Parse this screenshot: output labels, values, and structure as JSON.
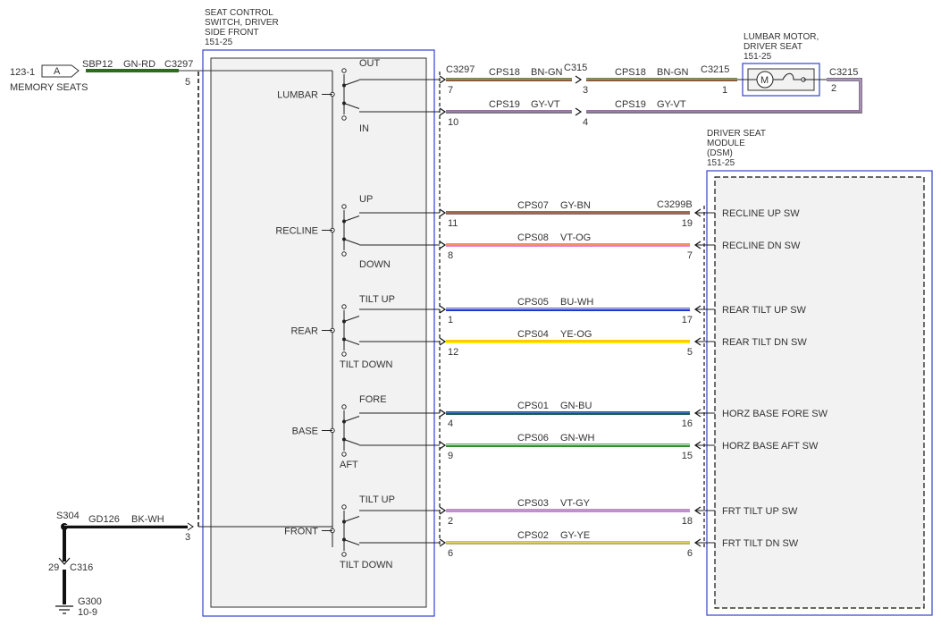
{
  "switch_header": {
    "line1": "SEAT CONTROL",
    "line2": "SWITCH, DRIVER",
    "line3": "SIDE FRONT",
    "ref": "151-25"
  },
  "memory_feed": {
    "ref": "123-1",
    "flag": "A",
    "label": "MEMORY SEATS",
    "circuit": "SBP12",
    "color": "GN-RD",
    "connector": "C3297",
    "pin": "5"
  },
  "switch_groups": [
    {
      "name": "LUMBAR",
      "top": "OUT",
      "bottom": "IN"
    },
    {
      "name": "RECLINE",
      "top": "UP",
      "bottom": "DOWN"
    },
    {
      "name": "REAR",
      "top": "TILT UP",
      "bottom": "TILT DOWN"
    },
    {
      "name": "BASE",
      "top": "FORE",
      "bottom": "AFT"
    },
    {
      "name": "FRONT",
      "top": "TILT UP",
      "bottom": "TILT DOWN"
    }
  ],
  "lumbar_circuit": {
    "connector_left": "C3297",
    "inline_connector": "C315",
    "motor_connector": "C3215",
    "motor_connector_right": "C3215",
    "motor_title1": "LUMBAR MOTOR,",
    "motor_title2": "DRIVER SEAT",
    "motor_ref": "151-25",
    "motor_symbol": "M",
    "return_pin": "2",
    "wires": [
      {
        "left_pin": "7",
        "circuit": "CPS18",
        "color": "BN-GN",
        "c315_pin": "3",
        "circuit2": "CPS18",
        "color2": "BN-GN",
        "motor_pin": "1"
      },
      {
        "left_pin": "10",
        "circuit": "CPS19",
        "color": "GY-VT",
        "c315_pin": "4",
        "circuit2": "CPS19",
        "color2": "GY-VT"
      }
    ]
  },
  "dsm": {
    "title1": "DRIVER SEAT",
    "title2": "MODULE",
    "title3": "(DSM)",
    "ref": "151-25",
    "connector": "C3299B"
  },
  "dsm_wires": [
    {
      "left_pin": "11",
      "circuit": "CPS07",
      "color": "GY-BN",
      "right_pin": "19",
      "signal": "RECLINE UP SW"
    },
    {
      "left_pin": "8",
      "circuit": "CPS08",
      "color": "VT-OG",
      "right_pin": "7",
      "signal": "RECLINE DN SW"
    },
    {
      "left_pin": "1",
      "circuit": "CPS05",
      "color": "BU-WH",
      "right_pin": "17",
      "signal": "REAR TILT UP SW"
    },
    {
      "left_pin": "12",
      "circuit": "CPS04",
      "color": "YE-OG",
      "right_pin": "5",
      "signal": "REAR TILT DN SW"
    },
    {
      "left_pin": "4",
      "circuit": "CPS01",
      "color": "GN-BU",
      "right_pin": "16",
      "signal": "HORZ BASE FORE SW"
    },
    {
      "left_pin": "9",
      "circuit": "CPS06",
      "color": "GN-WH",
      "right_pin": "15",
      "signal": "HORZ BASE AFT SW"
    },
    {
      "left_pin": "2",
      "circuit": "CPS03",
      "color": "VT-GY",
      "right_pin": "18",
      "signal": "FRT TILT UP SW"
    },
    {
      "left_pin": "6",
      "circuit": "CPS02",
      "color": "GY-YE",
      "right_pin": "6",
      "signal": "FRT TILT DN SW"
    }
  ],
  "ground": {
    "splice": "S304",
    "circuit": "GD126",
    "color": "BK-WH",
    "pin": "3",
    "connector_pin": "29",
    "connector": "C316",
    "ground": "G300",
    "ref": "10-9"
  },
  "wire_colors": {
    "GN-RD": "#2e6b1e",
    "BN-GN": "#8a5a3c",
    "GY-VT": "#7f7788",
    "GY-BN": "#8c6e63",
    "VT-OG": "#e07ae0",
    "BU-WH": "#2233cc",
    "YE-OG": "#ffe800",
    "GN-BU": "#1a5a4a",
    "GN-WH": "#2f8f2f",
    "VT-GY": "#c88ad8",
    "GY-YE": "#b9b27a",
    "BK-WH": "#111111",
    "outline": "#3344cc"
  }
}
